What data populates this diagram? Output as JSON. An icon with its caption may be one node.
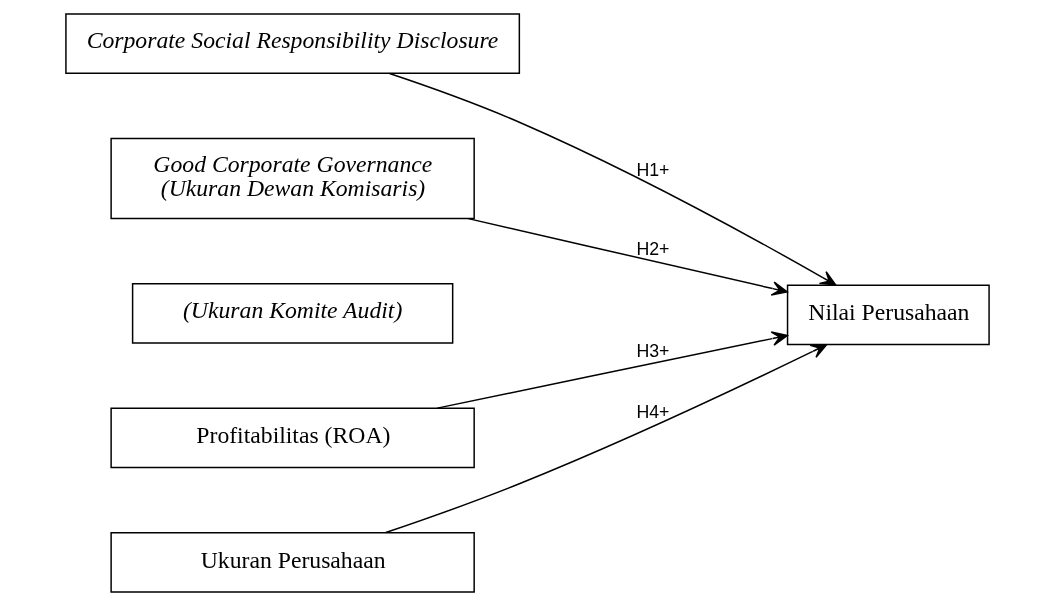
{
  "diagram": {
    "nodes": [
      {
        "text": [
          "Corporate Social Responsibility Disclosure"
        ]
      },
      {
        "text": [
          "Good Corporate Governance",
          "(Ukuran Dewan Komisaris)"
        ]
      },
      {
        "text": [
          "(Ukuran Komite Audit)"
        ]
      },
      {
        "text": [
          "Profitabilitas (ROA)"
        ]
      },
      {
        "text": [
          "Ukuran Perusahaan"
        ]
      },
      {
        "text": [
          "Nilai Perusahaan"
        ]
      }
    ],
    "edges": [
      {
        "from": 0,
        "to": 5,
        "arrow": "to",
        "label": "H1+"
      },
      {
        "from": 1,
        "to": 5,
        "arrow": "to",
        "label": "H2+"
      },
      {
        "from": 3,
        "to": 5,
        "arrow": "to",
        "label": "H3+"
      },
      {
        "from": 4,
        "to": 5,
        "arrow": "to",
        "label": "H4+"
      }
    ]
  }
}
